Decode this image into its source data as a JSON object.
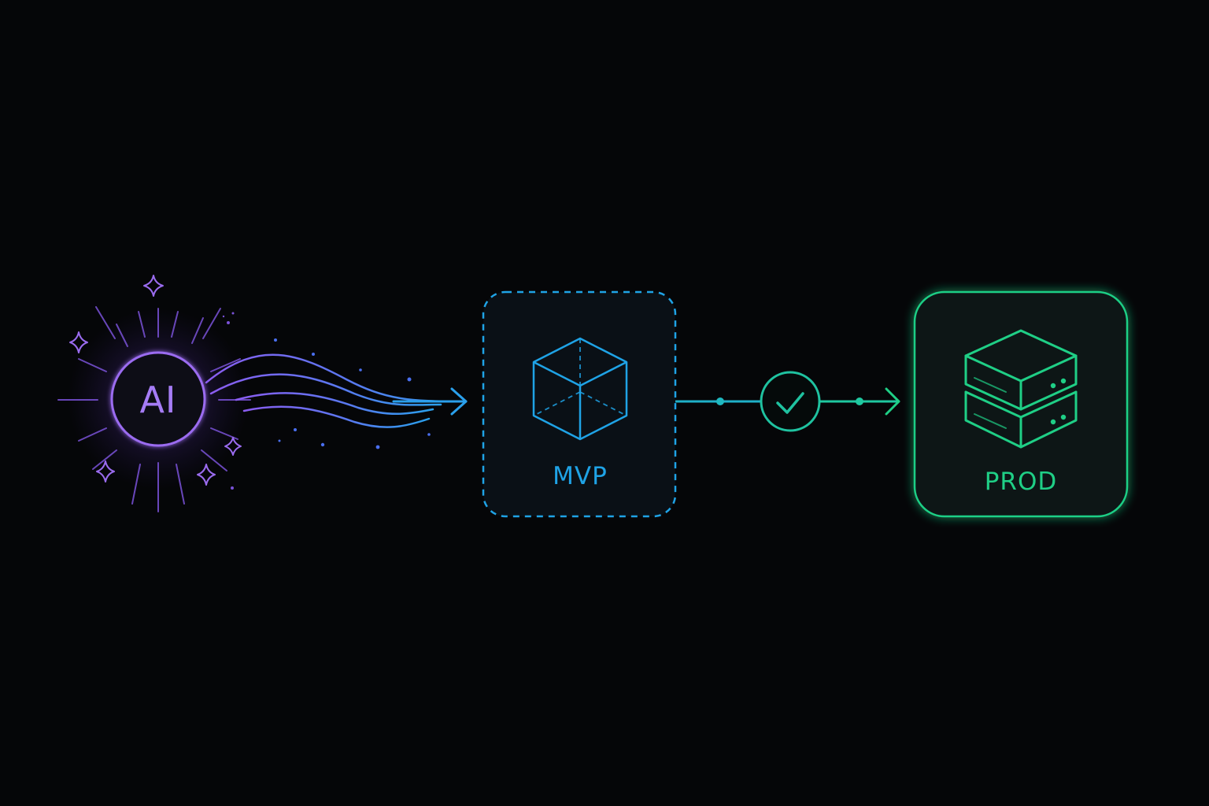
{
  "nodes": {
    "ai": {
      "label": "AI",
      "color": "#9b6cf0"
    },
    "mvp": {
      "label": "MVP",
      "color": "#1fa3e6"
    },
    "prod": {
      "label": "PROD",
      "color": "#1fcf86"
    }
  },
  "colors": {
    "background": "#050608",
    "ai_accent": "#9b6cf0",
    "flow_blue": "#4a7cf0",
    "mvp_accent": "#1fa3e6",
    "check_accent": "#1fc2a0",
    "prod_accent": "#1fcf86"
  },
  "icons": {
    "ai": "sparkle-icon",
    "mvp": "cube-icon",
    "check": "check-icon",
    "prod": "server-stack-icon"
  }
}
